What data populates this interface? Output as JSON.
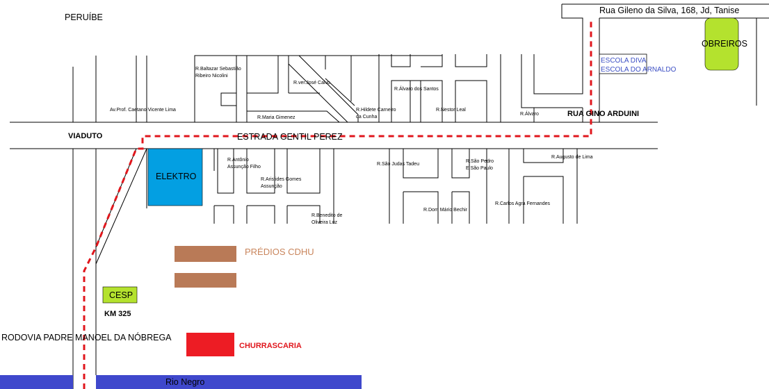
{
  "map": {
    "city": "PERUÍBE",
    "address": "Rua Gileno da Silva, 168, Jd, Tanise",
    "highway": "RODOVIA PADRE MANOEL DA NÓBREGA",
    "km_marker": "KM 325",
    "viaduct": "VIADUTO",
    "main_road": "ESTRADA GENTIL PEREZ",
    "river": "Rio Negro"
  },
  "streets": {
    "baltazar_line1": "R.Baltazar Sebastião",
    "baltazar_line2": "Ribeiro Nicolini",
    "ver_jose_calvo": "R.ver.José Calvo",
    "alvaro_dos_santos": "R.Álvaro dos Santos",
    "caetano": "Av.Prof. Caetano Vicente Lima",
    "maria_gimenez": "R.Maria Gimenez",
    "hildete_line1": "R.Hildete Carneiro",
    "hildete_line2": "da Cunha",
    "nestor_leal": "R.Nestor Leal",
    "alvaro": "R.Álvaro",
    "gino_arduini": "RUA GINO ARDUINI",
    "antonio_line1": "R.Antônio",
    "antonio_line2": "Assunção Filho",
    "aristides_line1": "R.Aristides Gomes",
    "aristides_line2": "Assunção",
    "sao_judas": "R.São Judas Tadeu",
    "sao_pedro_line1": "R.São Pedro",
    "sao_pedro_line2": "E São Paulo",
    "augusto_de_lima": "R.Augusto de Lima",
    "benedito_line1": "R.Benedito de",
    "benedito_line2": "Oliveira Luz",
    "dom_mario": "R.Dom Mário Bechir",
    "carlos_agra": "R.Carlos Agra Fernandes"
  },
  "landmarks": {
    "obreiros": "OBREIROS",
    "escola_diva": "ESCOLA DIVA",
    "escola_arnaldo": "ESCOLA DO ARNALDO",
    "elektro": "ELEKTRO",
    "predios_cdhu": "PRÉDIOS CDHU",
    "cesp": "CESP",
    "churrascaria": "CHURRASCARIA"
  },
  "colors": {
    "route": "#e0161c",
    "elektro": "#039fe2",
    "obreiros": "#b4e22e",
    "cesp": "#b4e22e",
    "cdhu": "#b97a57",
    "churrascaria": "#ed1c24",
    "river": "#3f48cc",
    "school_text": "#3c4fc4"
  }
}
